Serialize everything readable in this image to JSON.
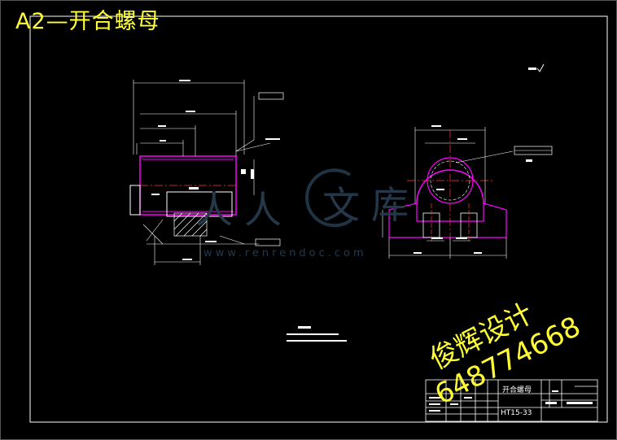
{
  "header": {
    "title": "A2—开合螺母"
  },
  "title_block": {
    "part_name": "开合螺母",
    "material": "HT15-33"
  },
  "stamp": {
    "line1": "俊辉设计",
    "line2": "648774668"
  },
  "watermark": {
    "chars": [
      "人",
      "人",
      "文",
      "库"
    ],
    "url": "www.renrendoc.com"
  },
  "colors": {
    "border": "#ffffff",
    "part": "#ff00ff",
    "dim": "#ffffff",
    "center": "#ff3b3b",
    "hatch": "#ffffff",
    "stamp": "#ffff33",
    "watermark": "#24384a"
  }
}
